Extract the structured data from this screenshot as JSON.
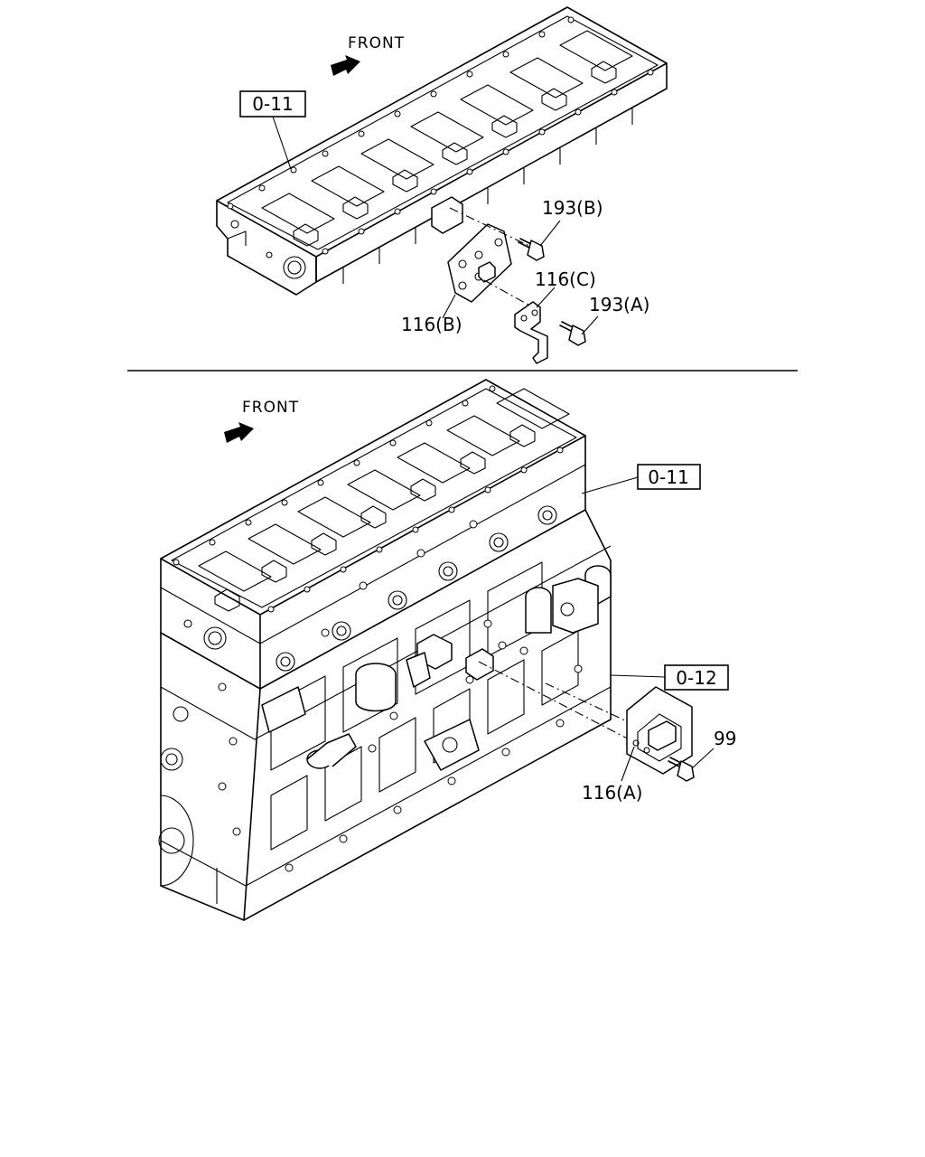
{
  "top_view": {
    "front_label": "FRONT",
    "ref_box": "0-11",
    "callouts": {
      "bolt_b": "193(B)",
      "bracket_c": "116(C)",
      "bolt_a": "193(A)",
      "bracket_b": "116(B)"
    }
  },
  "bottom_view": {
    "front_label": "FRONT",
    "ref_box_head": "0-11",
    "ref_box_block": "0-12",
    "callouts": {
      "bolt": "99",
      "bracket_a": "116(A)"
    }
  },
  "icons": [
    "front-arrow-icon"
  ]
}
